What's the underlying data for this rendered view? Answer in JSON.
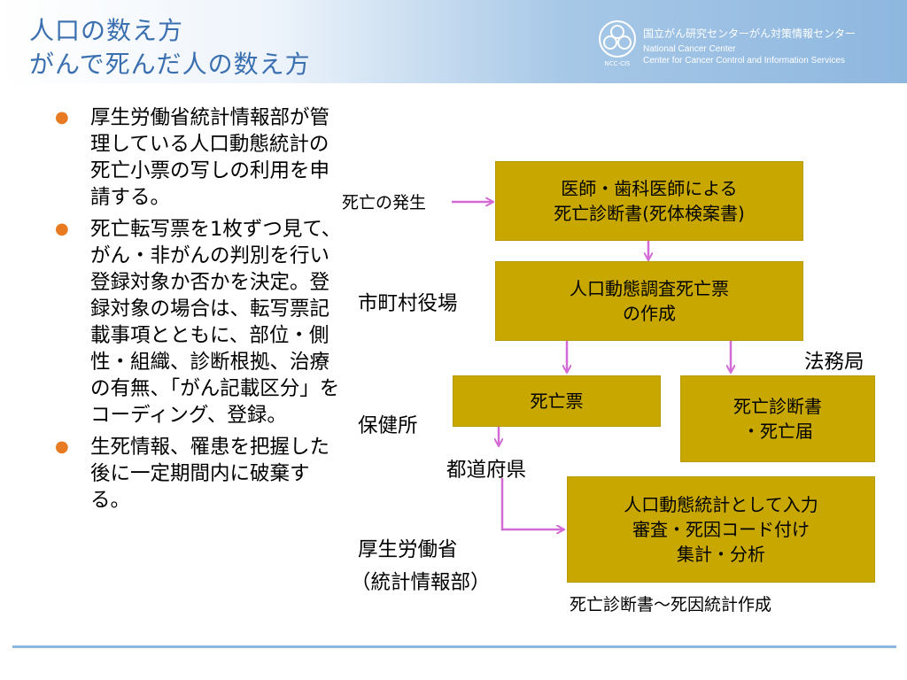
{
  "header": {
    "title_line1": "人口の数え方",
    "title_line2": "がんで死んだ人の数え方",
    "org_jp": "国立がん研究センターがん対策情報センター",
    "org_en1": "National Cancer Center",
    "org_en2": "Center for Cancer Control and Information Services",
    "logo_text": "NCC-CIS"
  },
  "bullets": [
    "厚生労働省統計情報部が管理している人口動態統計の死亡小票の写しの利用を申請する。",
    "死亡転写票を1枚ずつ見て、がん・非がんの判別を行い登録対象か否かを決定。登録対象の場合は、転写票記載事項とともに、部位・側性・組織、診断根拠、治療の有無、「がん記載区分」をコーディング、登録。",
    "生死情報、罹患を把握した後に一定期間内に破棄する。"
  ],
  "diagram": {
    "box_certificate": [
      "医師・歯科医師による",
      "死亡診断書(死体検案書)"
    ],
    "box_survey": [
      "人口動態調査死亡票",
      "の作成"
    ],
    "box_death_slip": [
      "死亡票"
    ],
    "box_cert_notice": [
      "死亡診断書",
      "・死亡届"
    ],
    "box_stats": [
      "人口動態統計として入力",
      "審査・死因コード付け",
      "集計・分析"
    ],
    "label_death": "死亡の発生",
    "label_city": "市町村役場",
    "label_legal": "法務局",
    "label_health": "保健所",
    "label_pref": "都道府県",
    "label_mhlw1": "厚生労働省",
    "label_mhlw2": "（統計情報部）",
    "caption": "死亡診断書～死因統計作成"
  },
  "colors": {
    "title": "#3a6fb0",
    "box": "#c8a800",
    "arrow": "#d36ad6",
    "bullet": "#e87b21",
    "rule": "#8eb7df"
  }
}
